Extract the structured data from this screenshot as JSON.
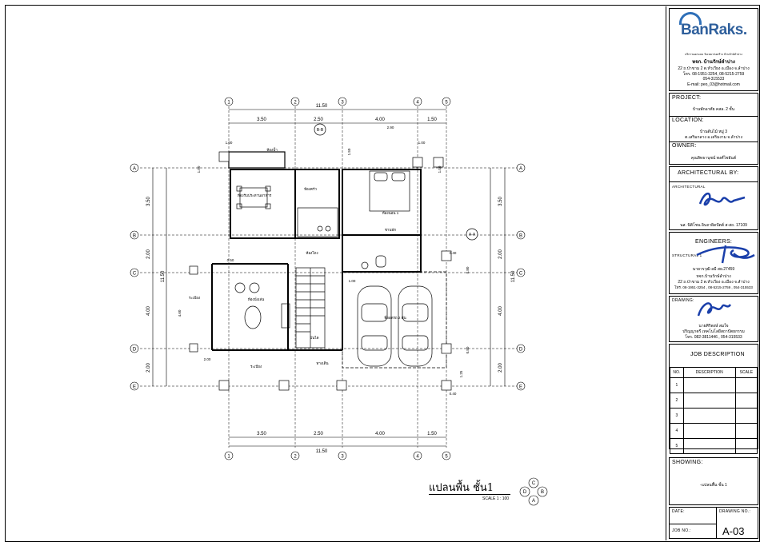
{
  "plan": {
    "title": "แปลนพื้น ชั้น1",
    "scale": "SCALE 1 : 100",
    "overall_dim": "11.50",
    "top_dims": [
      "3.50",
      "2.50",
      "4.00",
      "1.50"
    ],
    "bottom_dims": [
      "3.50",
      "2.50",
      "4.00",
      "1.50"
    ],
    "side_dims_left": [
      "3.50",
      "2.00",
      "4.00",
      "2.00"
    ],
    "side_dims_right": [
      "3.50",
      "2.00",
      "4.00",
      "2.00"
    ],
    "side_overall": "11.50",
    "grid_cols": [
      "1",
      "2",
      "3",
      "4",
      "5"
    ],
    "grid_rows": [
      "A",
      "B",
      "C",
      "D",
      "E"
    ],
    "section_tags": [
      "B-B",
      "A-A"
    ],
    "compass": [
      "C",
      "B",
      "D",
      "A"
    ],
    "rooms": [
      {
        "name": "ห้องน้ำ"
      },
      {
        "name": "ห้องครัว"
      },
      {
        "name": "ห้องนอน 1"
      },
      {
        "name": "ห้องรับประทานอาหาร"
      },
      {
        "name": "ห้องนั่งเล่น"
      },
      {
        "name": "ห้องโถง"
      },
      {
        "name": "ที่จอดรถ 2 คัน"
      },
      {
        "name": "บันได"
      },
      {
        "name": "ระเบียง"
      },
      {
        "name": "ระเบียง"
      },
      {
        "name": "ทางเดิน"
      },
      {
        "name": "ชานพัก"
      }
    ],
    "misc_dims": [
      "2.90",
      "1.00",
      "1.00",
      "1.50",
      "2.00",
      "0.50",
      "0.80",
      "4.60",
      "1.00",
      "1.25",
      "0.80",
      "0.40",
      "0.40"
    ]
  },
  "titleblock": {
    "company_logo": "BanRaks.",
    "company_tagline": "บริการออกแบบ รับเหมาก่อสร้าง บ้านรักษ์ลำปาง",
    "company_name": "หจก. บ้านรักษ์ลำปาง",
    "company_addr1": "22 ถ.ป่าขาม 2 ต.หัวเวียง อ.เมือง จ.ลำปาง",
    "company_addr2": "โทร. 08-1951-3254, 08-5215-2759",
    "company_addr3": "054-315533",
    "company_email": "E-mail: peo_03@hotmail.com",
    "project_label": "PROJECT:",
    "project_value": "บ้านพักอาศัย คสล. 2 ชั้น",
    "location_label": "LOCATION:",
    "location_value1": "บ้านต้นไม้ หมู่ 3",
    "location_value2": "ต.เสริมกลาง อ.เสริมงาม จ.ลำปาง",
    "owner_label": "OWNER:",
    "owner_value": "คุณสิทธานุชน์ พงศ์ไชยันต์",
    "arch_header": "ARCHITECTURAL BY:",
    "arch_role": "ARCHITECTURAL",
    "arch_name": "นส. นิติโชน อินถาผิดปัตต์ ส-สถ. 17109",
    "eng_header": "ENGINEERS:",
    "eng_role": "STRUCTURAL 1",
    "eng_name": "นายวรวุฒิ ลมี สย.27459",
    "eng_company": "หจก.บ้านรักษ์ลำปาง",
    "eng_addr": "22 ถ.ป่าขาม 2 ต.หัวเวียง อ.เมือง จ.ลำปาง",
    "eng_phone": "โทร. 08-1951-3254 , 08-5215-2759 , 054-315533",
    "drawing_label": "DRAWING:",
    "drawing_name": "นายศิริพงษ์ สมใจ",
    "drawing_school": "ปริญญาตรี เทคโนโลยีสถาปัตยกรรม",
    "drawing_phone": "โทร. 082-3811446 , 054-315533",
    "job_desc_header": "JOB DESCRIPTION",
    "job_cols": [
      "NO.",
      "DESCRIPTION",
      "SCALE"
    ],
    "job_rows": [
      "1",
      "2",
      "3",
      "4",
      "5"
    ],
    "showing_label": "SHOWING:",
    "showing_value": "-แปลนพื้น ชั้น 1",
    "date_label": "DATE:",
    "drawing_no_label": "DRAWING NO.:",
    "job_no_label": "JOB NO.:",
    "drawing_no": "A-03"
  }
}
